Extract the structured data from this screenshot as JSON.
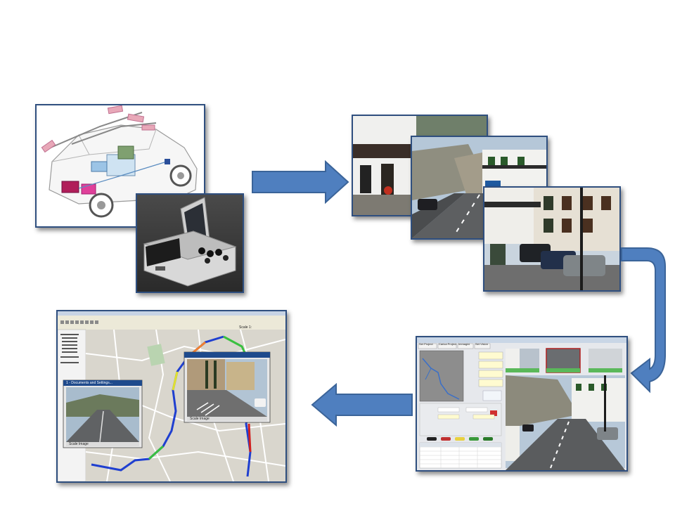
{
  "colors": {
    "frame": "#2f4f7f",
    "arrow": "#4f7fbf",
    "arrow_stroke": "#3b6499"
  },
  "figure": {
    "steps": [
      {
        "id": "acquisition",
        "content": "survey vehicle with equipment and portable acquisition unit"
      },
      {
        "id": "imagery",
        "content": "sequence of street-level photographs"
      },
      {
        "id": "analysis",
        "content": "analysis software with map, thumbnails and data tables"
      },
      {
        "id": "gis",
        "content": "GIS map with georeferenced image viewers"
      }
    ]
  },
  "gis_window": {
    "scale_label": "Scale 1:",
    "viewer1_title": "1 - Documents and Settings...",
    "viewer1_caption": "Scale Image",
    "viewer2_caption": "Scale Image"
  },
  "analysis_window": {
    "tabs": [
      "Set Project",
      "Carica Project",
      "Immagini",
      "Set Vision"
    ]
  }
}
